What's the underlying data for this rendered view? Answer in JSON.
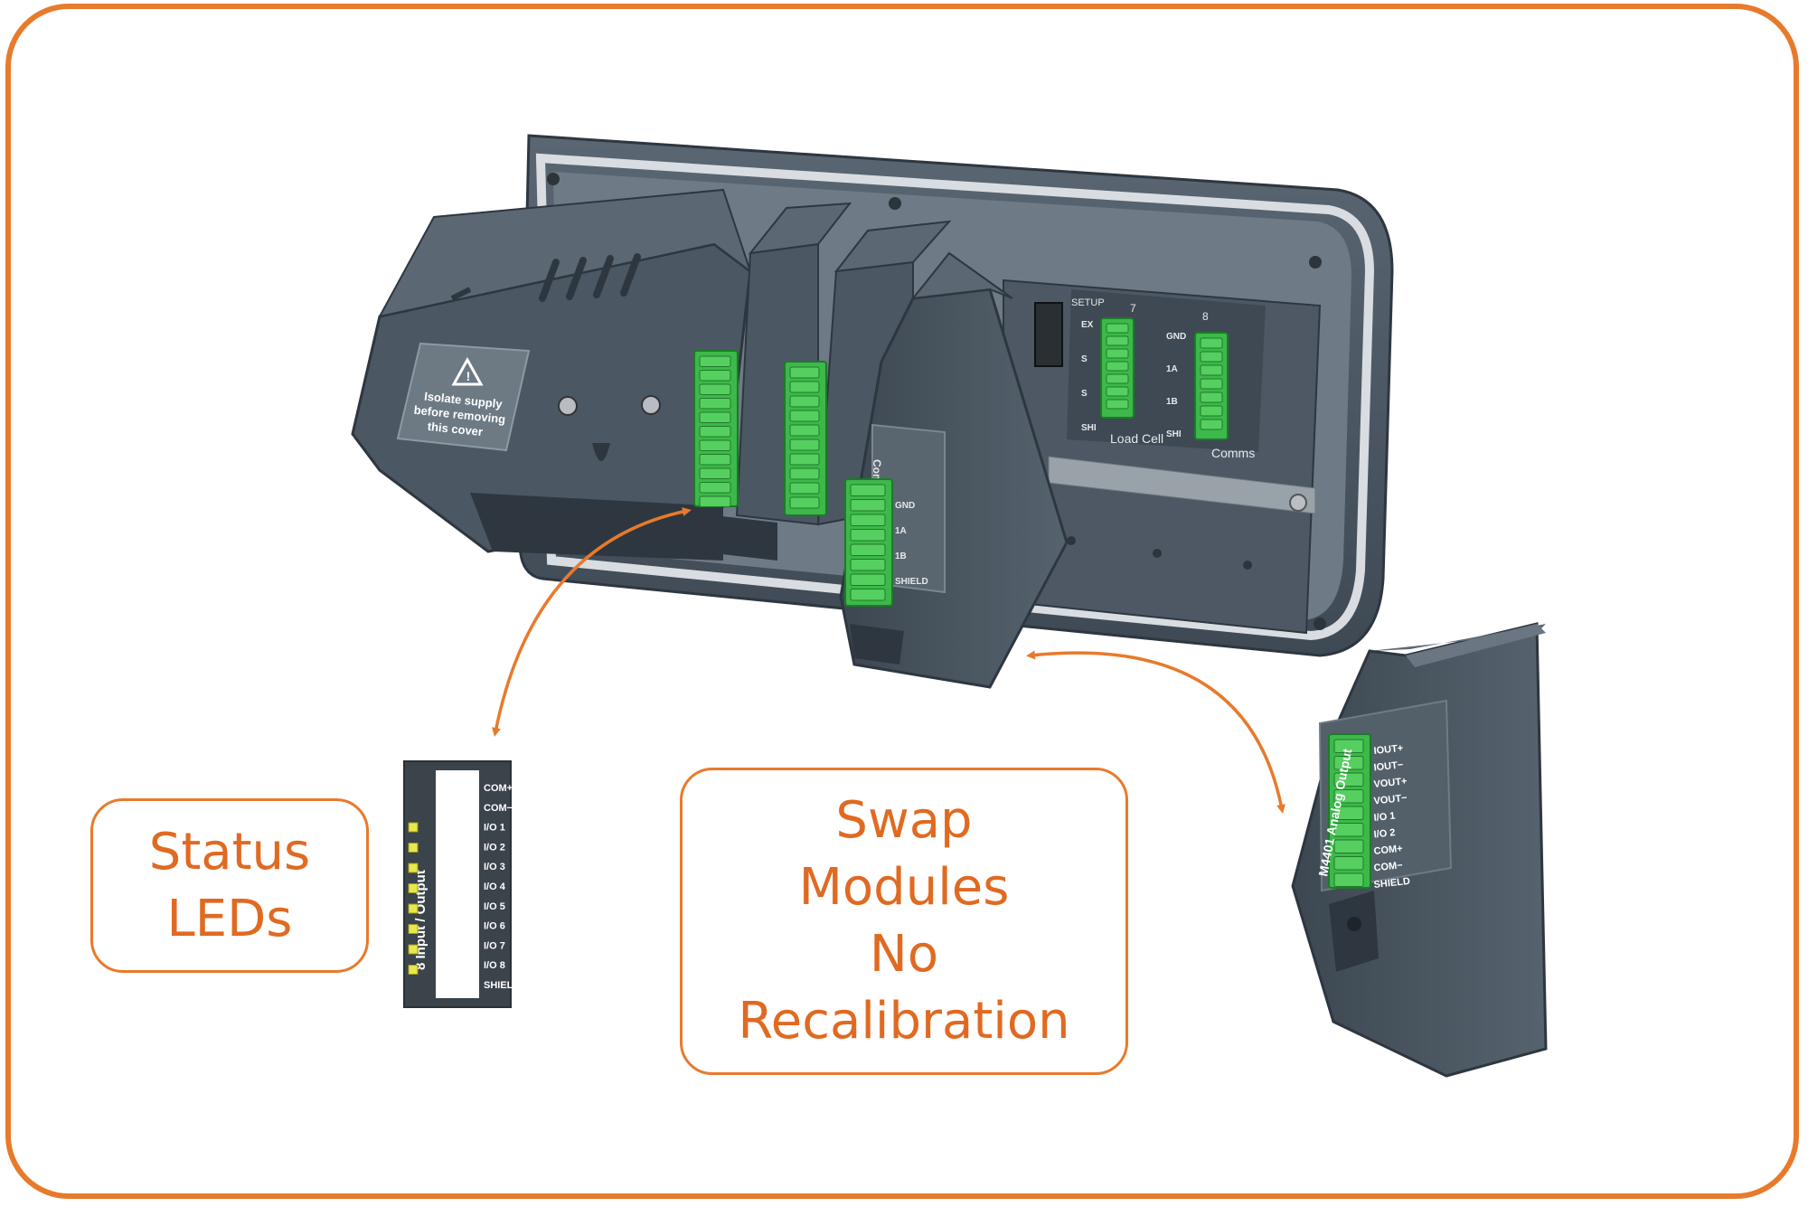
{
  "callouts": {
    "status": [
      "Status",
      "LEDs"
    ],
    "swap": [
      "Swap",
      "Modules",
      "No",
      "Recalibration"
    ]
  },
  "warning_label": [
    "Isolate supply",
    "before removing",
    "this cover"
  ],
  "indicator_back": {
    "setup_label": "SETUP",
    "connector_7_number": "7",
    "connector_8_number": "8",
    "connector_7_terms": [
      "EX",
      "S",
      "S",
      "SHI"
    ],
    "connector_8_terms": [
      "GND",
      "1A",
      "1B",
      "SHI"
    ],
    "load_cell_label": "Load Cell",
    "comms_label": "Comms"
  },
  "io_module": {
    "title": "8 Input / Output",
    "terminals": [
      "COM+",
      "COM−",
      "I/O 1",
      "I/O 2",
      "I/O 3",
      "I/O 4",
      "I/O 5",
      "I/O 6",
      "I/O 7",
      "I/O 8",
      "SHIELD"
    ]
  },
  "comms_module": {
    "title": "Comms",
    "terminals": [
      "GND",
      "1A",
      "1B",
      "SHIELD"
    ]
  },
  "analog_module": {
    "title": "M4401 Analog Output",
    "terminals": [
      "IOUT+",
      "IOUT−",
      "VOUT+",
      "VOUT−",
      "I/O 1",
      "I/O 2",
      "COM+",
      "COM−",
      "SHIELD"
    ]
  },
  "colors": {
    "accent": "#E87A2C",
    "callout_text": "#E06A22",
    "housing": "#4A5663",
    "terminal_green": "#3DB84A",
    "led_yellow": "#E8E84A"
  }
}
